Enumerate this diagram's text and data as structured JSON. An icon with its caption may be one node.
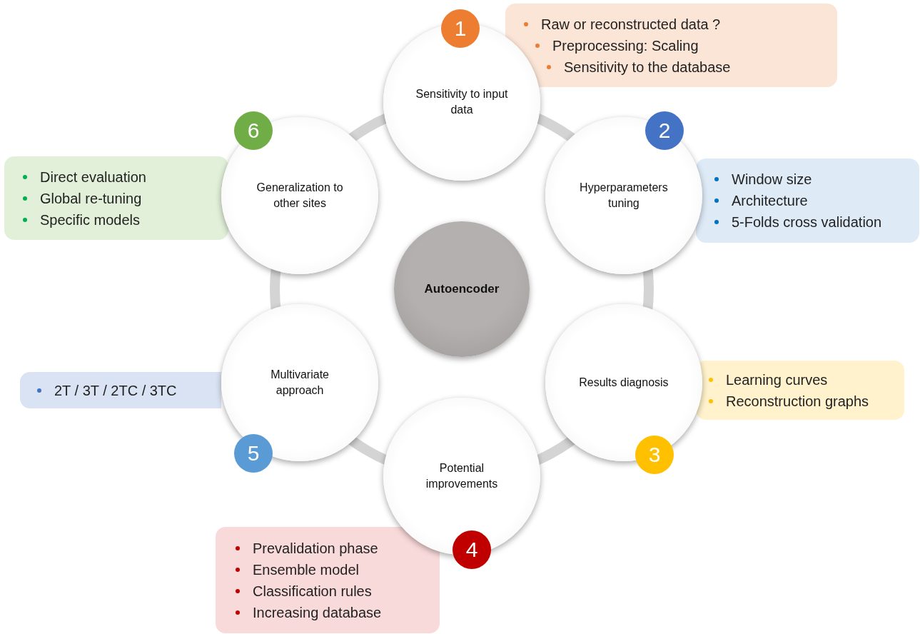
{
  "diagram": {
    "nodes": [
      {
        "text": [
          "Autoencoder"
        ]
      },
      {
        "text": [
          "Sensitivity to input data"
        ]
      },
      {
        "text": [
          "1"
        ]
      },
      {
        "text": [
          "Raw or reconstructed data ?",
          "Preprocessing: Scaling",
          "Sensitivity to the database"
        ]
      },
      {
        "text": [
          "Hyperparameters tuning"
        ]
      },
      {
        "text": [
          "2"
        ]
      },
      {
        "text": [
          "Window size",
          "Architecture",
          "5-Folds cross validation"
        ]
      },
      {
        "text": [
          "Results diagnosis"
        ]
      },
      {
        "text": [
          "3"
        ]
      },
      {
        "text": [
          "Learning curves",
          "Reconstruction graphs"
        ]
      },
      {
        "text": [
          "Potential improvements"
        ]
      },
      {
        "text": [
          "4"
        ]
      },
      {
        "text": [
          "Prevalidation phase",
          "Ensemble model",
          "Classification rules",
          "Increasing database"
        ]
      },
      {
        "text": [
          "Multivariate approach"
        ]
      },
      {
        "text": [
          "5"
        ]
      },
      {
        "text": [
          "2T / 3T / 2TC / 3TC"
        ]
      },
      {
        "text": [
          "Generalization to other sites"
        ]
      },
      {
        "text": [
          "6"
        ]
      },
      {
        "text": [
          "Direct evaluation",
          "Global re-tuning",
          "Specific models"
        ]
      }
    ],
    "edges": [
      {
        "from": 1,
        "to": 4,
        "arrow": "none"
      },
      {
        "from": 4,
        "to": 7,
        "arrow": "none"
      },
      {
        "from": 7,
        "to": 10,
        "arrow": "none"
      },
      {
        "from": 10,
        "to": 13,
        "arrow": "none"
      },
      {
        "from": 13,
        "to": 16,
        "arrow": "none"
      },
      {
        "from": 16,
        "to": 1,
        "arrow": "none"
      }
    ]
  }
}
